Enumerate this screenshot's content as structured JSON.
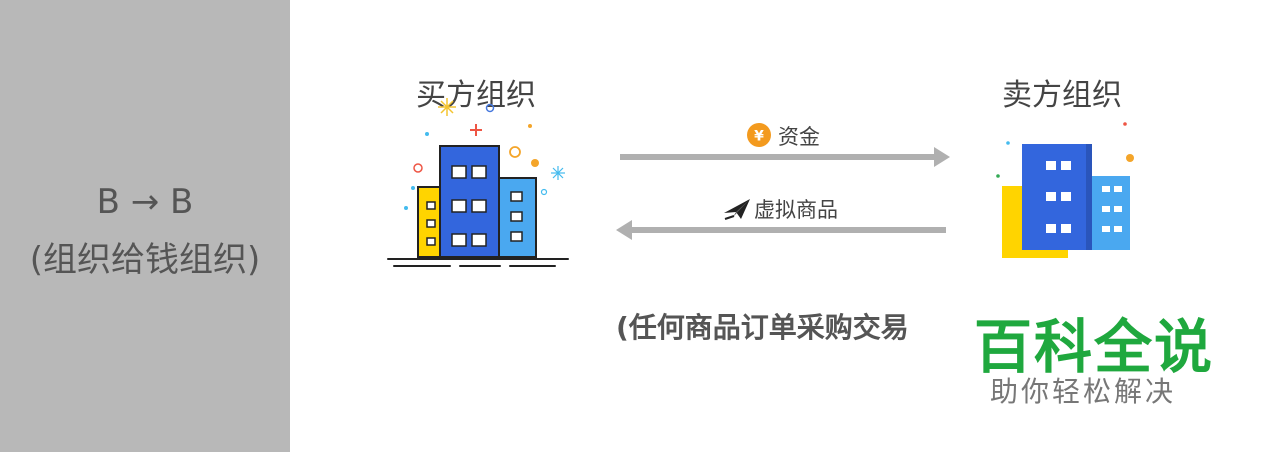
{
  "side_panel": {
    "line1": "B → B",
    "line2": "(组织给钱组织)"
  },
  "buyer": {
    "label": "买方组织"
  },
  "seller": {
    "label": "卖方组织"
  },
  "flows": {
    "money": {
      "label": "资金",
      "icon": "yen-coin-icon",
      "direction": "right"
    },
    "goods": {
      "label": "虚拟商品",
      "icon": "paper-plane-icon",
      "direction": "left"
    }
  },
  "note": "(任何商品订单采购交易",
  "watermark": {
    "title": "百科全说",
    "subtitle": "助你轻松解决"
  },
  "colors": {
    "panel": "#b8b8b8",
    "arrow": "#b0b0b0",
    "building_blue": "#3366dd",
    "building_light_blue": "#4aa8f0",
    "building_yellow": "#ffd400",
    "coin_orange": "#f39a1e",
    "watermark_green": "#1fa83e"
  }
}
